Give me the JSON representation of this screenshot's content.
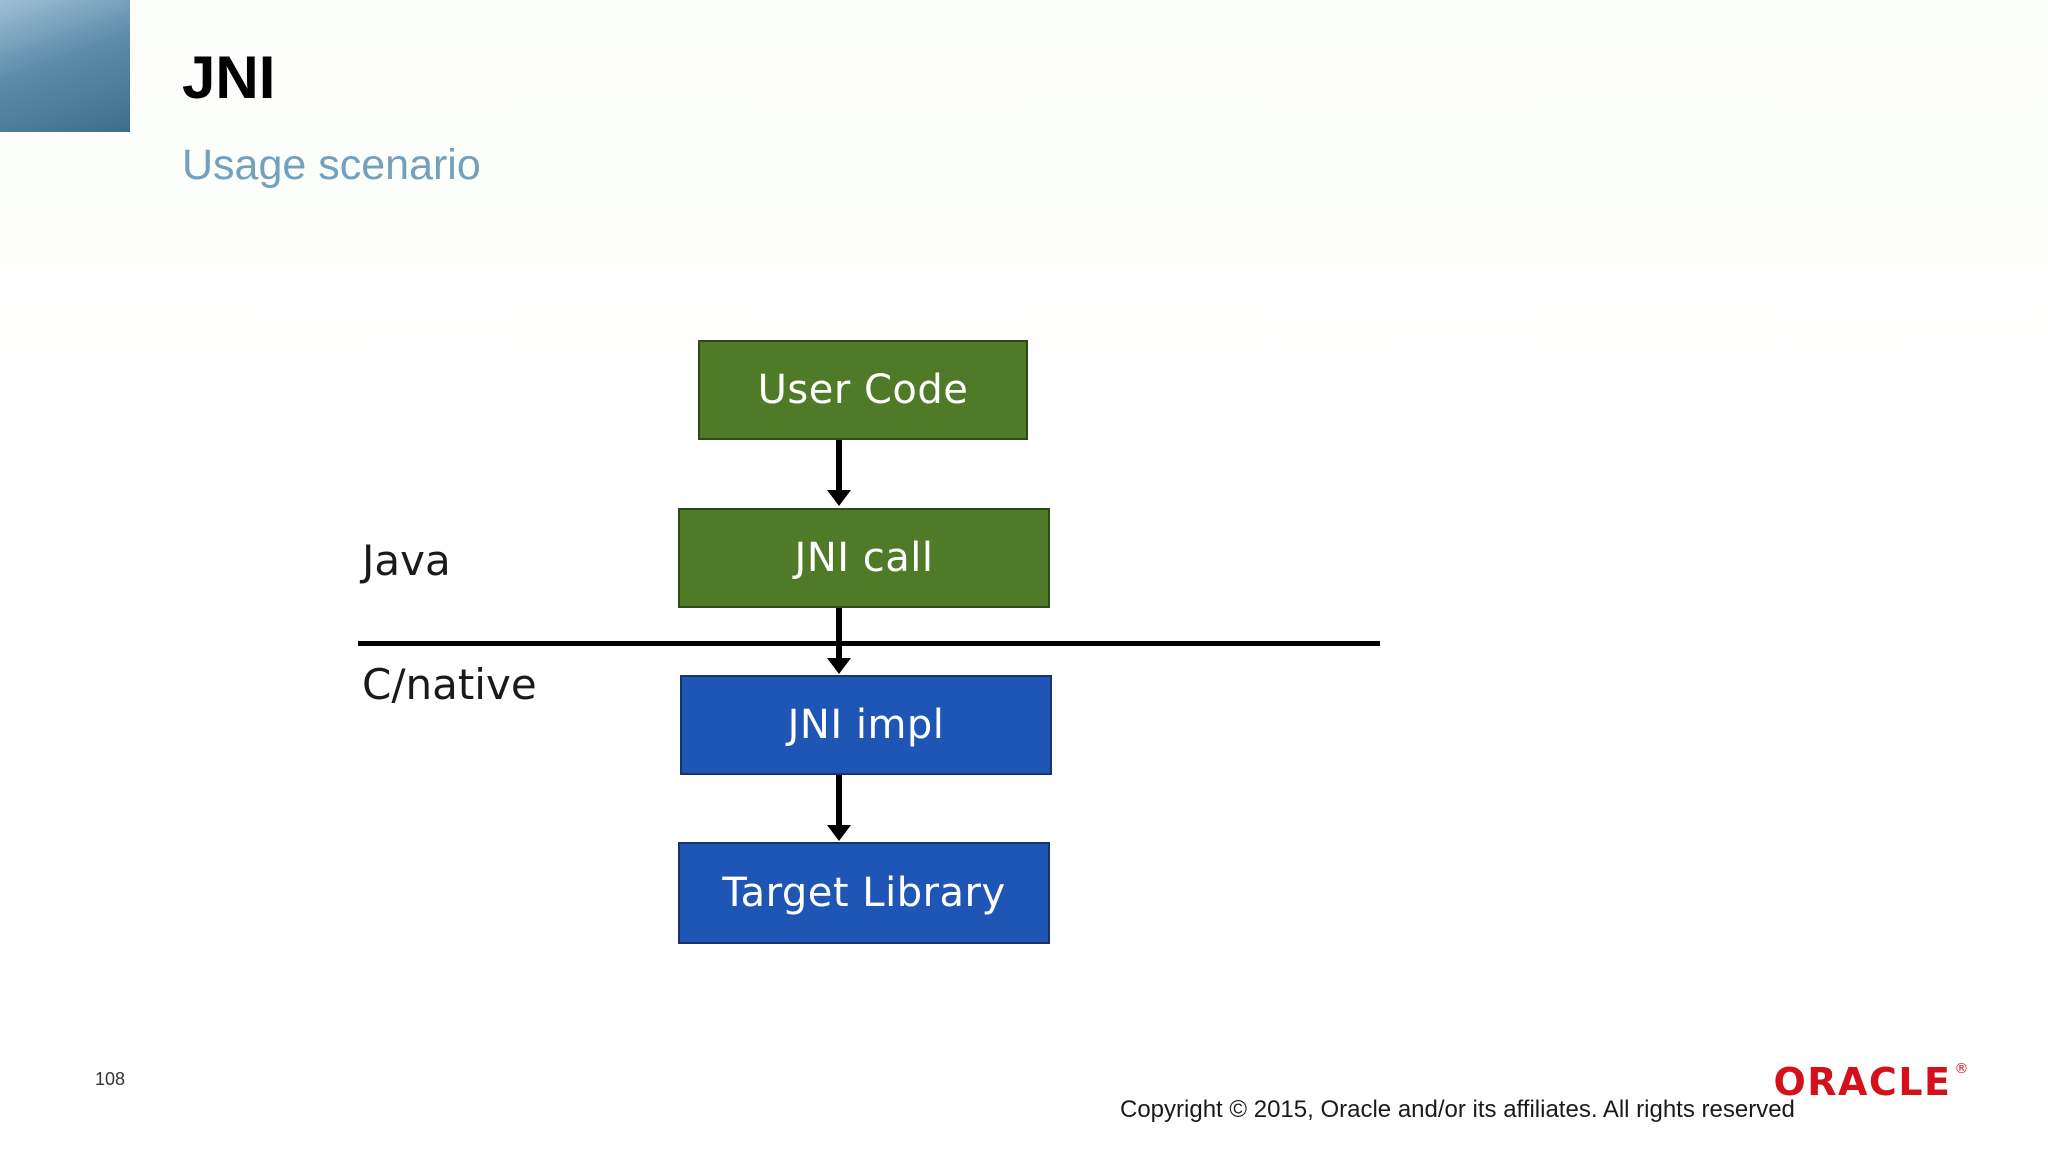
{
  "slide": {
    "title": "JNI",
    "subtitle": "Usage scenario",
    "page_number": "108",
    "copyright": "Copyright © 2015, Oracle and/or its affiliates. All rights reserved",
    "logo": {
      "text": "ORACLE",
      "mark": "®",
      "color": "#d4111b"
    },
    "accent_colors": {
      "corner_block": "#3f6d8c",
      "subtitle": "#73a0bd",
      "java_node": "#4f7a28",
      "native_node": "#1f56b5"
    }
  },
  "diagram": {
    "type": "flow",
    "side_labels": [
      {
        "id": "java",
        "text": "Java"
      },
      {
        "id": "cnative",
        "text": "C/native"
      }
    ],
    "nodes": [
      {
        "id": "user-code",
        "label": "User Code",
        "zone": "java",
        "color": "#4f7a28"
      },
      {
        "id": "jni-call",
        "label": "JNI call",
        "zone": "java",
        "color": "#4f7a28"
      },
      {
        "id": "jni-impl",
        "label": "JNI impl",
        "zone": "cnative",
        "color": "#1f56b5"
      },
      {
        "id": "target-library",
        "label": "Target Library",
        "zone": "cnative",
        "color": "#1f56b5"
      }
    ],
    "edges": [
      {
        "from": "user-code",
        "to": "jni-call"
      },
      {
        "from": "jni-call",
        "to": "jni-impl"
      },
      {
        "from": "jni-impl",
        "to": "target-library"
      }
    ]
  }
}
